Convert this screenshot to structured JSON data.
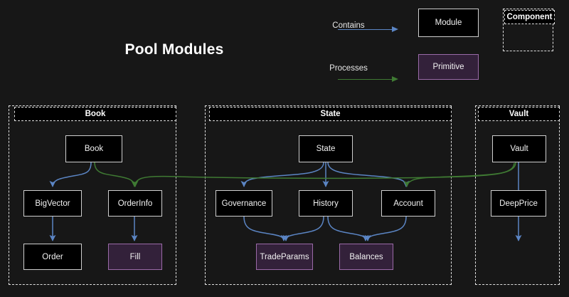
{
  "title": "Pool Modules",
  "background_color": "#171717",
  "legend": {
    "contains": {
      "label": "Contains",
      "color": "#5b85c4"
    },
    "processes": {
      "label": "Processes",
      "color": "#3f7a33"
    },
    "module_sample": {
      "label": "Module",
      "fill": "#000000",
      "border": "#cfcfcf"
    },
    "primitive_sample": {
      "label": "Primitive",
      "fill": "#33213a",
      "border": "#9a6aa8"
    },
    "component_sample": {
      "label": "Component",
      "border": "#e0e0e0"
    }
  },
  "groups": [
    {
      "name": "book",
      "label": "Book"
    },
    {
      "name": "state",
      "label": "State"
    },
    {
      "name": "vault",
      "label": "Vault"
    }
  ],
  "nodes": [
    {
      "id": "book",
      "label": "Book",
      "kind": "module"
    },
    {
      "id": "bigvector",
      "label": "BigVector",
      "kind": "module"
    },
    {
      "id": "orderinfo",
      "label": "OrderInfo",
      "kind": "module"
    },
    {
      "id": "order",
      "label": "Order",
      "kind": "module"
    },
    {
      "id": "fill",
      "label": "Fill",
      "kind": "primitive"
    },
    {
      "id": "state",
      "label": "State",
      "kind": "module"
    },
    {
      "id": "governance",
      "label": "Governance",
      "kind": "module"
    },
    {
      "id": "history",
      "label": "History",
      "kind": "module"
    },
    {
      "id": "account",
      "label": "Account",
      "kind": "module"
    },
    {
      "id": "tradeparams",
      "label": "TradeParams",
      "kind": "primitive"
    },
    {
      "id": "balances",
      "label": "Balances",
      "kind": "primitive"
    },
    {
      "id": "vault",
      "label": "Vault",
      "kind": "module"
    },
    {
      "id": "deepprice",
      "label": "DeepPrice",
      "kind": "module"
    }
  ],
  "edges": [
    {
      "from": "book",
      "to": "bigvector",
      "type": "contains"
    },
    {
      "from": "book",
      "to": "orderinfo",
      "type": "processes"
    },
    {
      "from": "bigvector",
      "to": "order",
      "type": "contains"
    },
    {
      "from": "orderinfo",
      "to": "fill",
      "type": "contains"
    },
    {
      "from": "state",
      "to": "governance",
      "type": "contains"
    },
    {
      "from": "state",
      "to": "history",
      "type": "contains"
    },
    {
      "from": "state",
      "to": "account",
      "type": "contains"
    },
    {
      "from": "governance",
      "to": "tradeparams",
      "type": "contains"
    },
    {
      "from": "history",
      "to": "tradeparams",
      "type": "contains"
    },
    {
      "from": "history",
      "to": "balances",
      "type": "contains"
    },
    {
      "from": "account",
      "to": "balances",
      "type": "contains"
    },
    {
      "from": "vault",
      "to": "deepprice",
      "type": "contains"
    },
    {
      "from": "vault",
      "to": "account",
      "type": "processes"
    },
    {
      "from": "vault",
      "to": "orderinfo",
      "type": "processes"
    }
  ]
}
